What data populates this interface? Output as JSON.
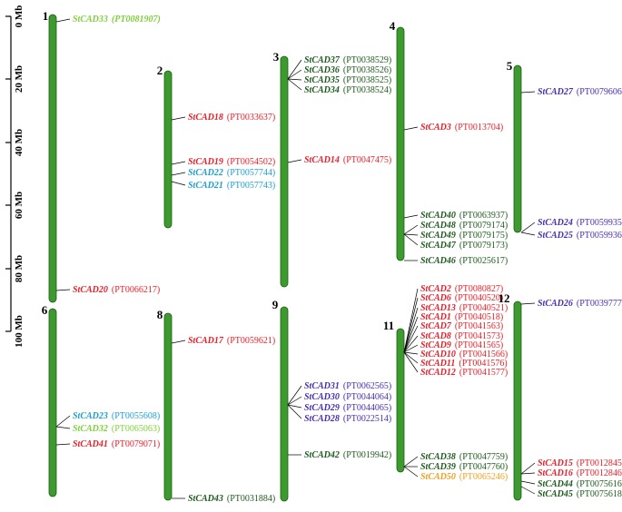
{
  "colors": {
    "chromosome_fill": "#3c9a2e",
    "chromosome_stroke": "#1f5c17",
    "lime": "#7fd13b",
    "red": "#e8202a",
    "darkgreen": "#1e5c1e",
    "purple": "#4a2fb0",
    "cyan": "#1e9fd0",
    "orange": "#f0a020"
  },
  "scale": {
    "labels": [
      "0 Mb",
      "20 Mb",
      "40 Mb",
      "60 Mb",
      "80 Mb",
      "100 Mb"
    ]
  },
  "chromosomes": [
    {
      "label": "1",
      "genes": [
        {
          "name": "StCAD33",
          "id": "(PT0081907)",
          "color": "lime",
          "bold_id": true
        },
        {
          "name": "StCAD20",
          "id": "(PT0066217)",
          "color": "red"
        }
      ]
    },
    {
      "label": "2",
      "genes": [
        {
          "name": "StCAD18",
          "id": "(PT0033637)",
          "color": "red"
        },
        {
          "name": "StCAD19",
          "id": "(PT0054502)",
          "color": "red"
        },
        {
          "name": "StCAD22",
          "id": "(PT0057744)",
          "color": "cyan"
        },
        {
          "name": "StCAD21",
          "id": "(PT0057743)",
          "color": "cyan"
        }
      ]
    },
    {
      "label": "3",
      "genes": [
        {
          "name": "StCAD37",
          "id": "(PT0038529)",
          "color": "darkgreen"
        },
        {
          "name": "StCAD36",
          "id": "(PT0038526)",
          "color": "darkgreen"
        },
        {
          "name": "StCAD35",
          "id": "(PT0038525)",
          "color": "darkgreen"
        },
        {
          "name": "StCAD34",
          "id": "(PT0038524)",
          "color": "darkgreen"
        },
        {
          "name": "StCAD14",
          "id": "(PT0047475)",
          "color": "red"
        }
      ]
    },
    {
      "label": "4",
      "genes": [
        {
          "name": "StCAD3",
          "id": "(PT0013704)",
          "color": "red"
        },
        {
          "name": "StCAD40",
          "id": "(PT0063937)",
          "color": "darkgreen"
        },
        {
          "name": "StCAD48",
          "id": "(PT0079174)",
          "color": "darkgreen"
        },
        {
          "name": "StCAD49",
          "id": "(PT0079175)",
          "color": "darkgreen"
        },
        {
          "name": "StCAD47",
          "id": "(PT0079173)",
          "color": "darkgreen"
        },
        {
          "name": "StCAD46",
          "id": "(PT0025617)",
          "color": "darkgreen"
        }
      ]
    },
    {
      "label": "5",
      "genes": [
        {
          "name": "StCAD27",
          "id": "(PT0079606)",
          "color": "purple"
        },
        {
          "name": "StCAD24",
          "id": "(PT0059935)",
          "color": "purple"
        },
        {
          "name": "StCAD25",
          "id": "(PT0059936)",
          "color": "purple"
        }
      ]
    },
    {
      "label": "6",
      "genes": [
        {
          "name": "StCAD23",
          "id": "(PT0055608)",
          "color": "cyan"
        },
        {
          "name": "StCAD32",
          "id": "(PT0065063)",
          "color": "lime"
        },
        {
          "name": "StCAD41",
          "id": "(PT0079071)",
          "color": "red"
        }
      ]
    },
    {
      "label": "8",
      "genes": [
        {
          "name": "StCAD17",
          "id": "(PT0059621)",
          "color": "red"
        },
        {
          "name": "StCAD43",
          "id": "(PT0031884)",
          "color": "darkgreen"
        }
      ]
    },
    {
      "label": "9",
      "genes": [
        {
          "name": "StCAD31",
          "id": "(PT0062565)",
          "color": "purple"
        },
        {
          "name": "StCAD30",
          "id": "(PT0044064)",
          "color": "purple"
        },
        {
          "name": "StCAD29",
          "id": "(PT0044065)",
          "color": "purple"
        },
        {
          "name": "StCAD28",
          "id": "(PT0022514)",
          "color": "purple"
        },
        {
          "name": "StCAD42",
          "id": "(PT0019942)",
          "color": "darkgreen"
        }
      ]
    },
    {
      "label": "11",
      "genes": [
        {
          "name": "StCAD2",
          "id": "(PT0080827)",
          "color": "red"
        },
        {
          "name": "StCAD6",
          "id": "(PT0040520)",
          "color": "red"
        },
        {
          "name": "StCAD13",
          "id": "(PT0040521)",
          "color": "red"
        },
        {
          "name": "StCAD1",
          "id": "(PT0040518)",
          "color": "red"
        },
        {
          "name": "StCAD7",
          "id": "(PT0041563)",
          "color": "red"
        },
        {
          "name": "StCAD8",
          "id": "(PT0041573)",
          "color": "red"
        },
        {
          "name": "StCAD9",
          "id": "(PT0041565)",
          "color": "red"
        },
        {
          "name": "StCAD10",
          "id": "(PT0041566)",
          "color": "red"
        },
        {
          "name": "StCAD11",
          "id": "(PT0041576)",
          "color": "red"
        },
        {
          "name": "StCAD12",
          "id": "(PT0041577)",
          "color": "red"
        },
        {
          "name": "StCAD38",
          "id": "(PT0047759)",
          "color": "darkgreen"
        },
        {
          "name": "StCAD39",
          "id": "(PT0047760)",
          "color": "darkgreen"
        },
        {
          "name": "StCAD50",
          "id": "(PT0065246)",
          "color": "orange"
        }
      ]
    },
    {
      "label": "12",
      "genes": [
        {
          "name": "StCAD26",
          "id": "(PT0039777)",
          "color": "purple"
        },
        {
          "name": "StCAD15",
          "id": "(PT0012845)",
          "color": "red"
        },
        {
          "name": "StCAD16",
          "id": "(PT0012846)",
          "color": "red"
        },
        {
          "name": "StCAD44",
          "id": "(PT0075616)",
          "color": "darkgreen"
        },
        {
          "name": "StCAD45",
          "id": "(PT0075618)",
          "color": "darkgreen"
        }
      ]
    }
  ]
}
